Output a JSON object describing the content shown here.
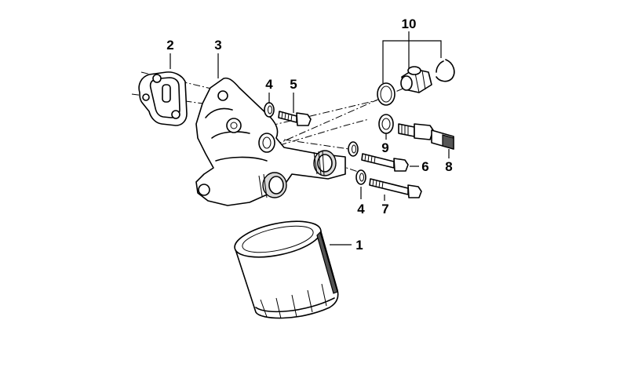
{
  "diagram": {
    "callouts": [
      {
        "id": "c1",
        "label": "1"
      },
      {
        "id": "c2",
        "label": "2"
      },
      {
        "id": "c3",
        "label": "3"
      },
      {
        "id": "c4a",
        "label": "4"
      },
      {
        "id": "c4b",
        "label": "4"
      },
      {
        "id": "c5",
        "label": "5"
      },
      {
        "id": "c6",
        "label": "6"
      },
      {
        "id": "c7",
        "label": "7"
      },
      {
        "id": "c8",
        "label": "8"
      },
      {
        "id": "c9",
        "label": "9"
      },
      {
        "id": "c10",
        "label": "10"
      }
    ]
  }
}
